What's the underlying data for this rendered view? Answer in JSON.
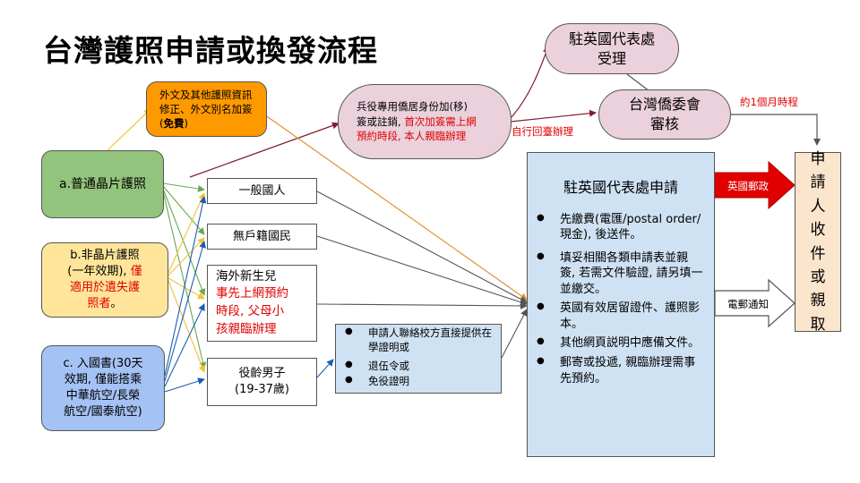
{
  "title": "台灣護照申請或換發流程",
  "nodes": {
    "embassy_accept": "駐英國代表處\n受理",
    "ocac_review": "台灣僑委會\n審核",
    "foreign_text": {
      "line1": "外文及其他護照資訊",
      "line2": "修正、外文別名加簽",
      "paren_open": "(",
      "free": "免費",
      "paren_close": ")"
    },
    "military": {
      "line1": "兵役專用僑居身份加(移)",
      "line2_black": "簽或註銷, ",
      "line2_red": "首次加簽需上網",
      "line3_red": "預約時段, 本人親臨辦理"
    },
    "passport_a": "a.普通晶片護照",
    "passport_b": {
      "line1": "b.非晶片護照",
      "line2_black": "(一年效期), ",
      "line2_red": "僅",
      "line3_red": "適用於遺失護",
      "line4_red": "照者",
      "line4_black": "。"
    },
    "passport_c": "c. 入國書(30天\n效期, 僅能搭乘\n中華航空/長榮\n航空/國泰航空)",
    "general_citizen": "一般國人",
    "no_household": "無戶籍國民",
    "newborn": {
      "line1": "海外新生兒",
      "line2_red": "事先上網預約",
      "line3_red": "時段, 父母小",
      "line4_red": "孩親臨辦理"
    },
    "conscription": "役齡男子\n(19-37歲)",
    "student_docs": [
      "申請人聯絡校方直接提供在學證明或",
      "退伍令或",
      "免役證明"
    ],
    "embassy_apply": {
      "heading": "駐英國代表處申請",
      "items": [
        "先繳費(電匯/postal order/現金), 後送件。",
        "填妥相關各類申請表並親簽, 若需文件驗證, 請另填一並繳交。",
        "英國有效居留證件、護照影本。",
        "其他網頁説明中應備文件。",
        "郵寄或投遞, 親臨辦理需事先預約。"
      ]
    },
    "applicant_receive": [
      "申",
      "請",
      "人",
      "收",
      "件",
      "或",
      "親",
      "取"
    ]
  },
  "labels": {
    "self_return": "自行回臺辦理",
    "one_month": "約1個月時程",
    "royal_mail": "英國郵政",
    "email_notice": "電郵通知"
  },
  "colors": {
    "orange_fill": "#ff9900",
    "pink_fill": "#ead1dc",
    "green_fill": "#93c47d",
    "yellow_fill": "#ffe599",
    "blue_fill": "#a4c2f4",
    "light_blue_fill": "#cfe2f3",
    "peach_fill": "#fce5cd",
    "red_arrow": "#e00000",
    "dark_red_line": "#7f1f2f"
  }
}
